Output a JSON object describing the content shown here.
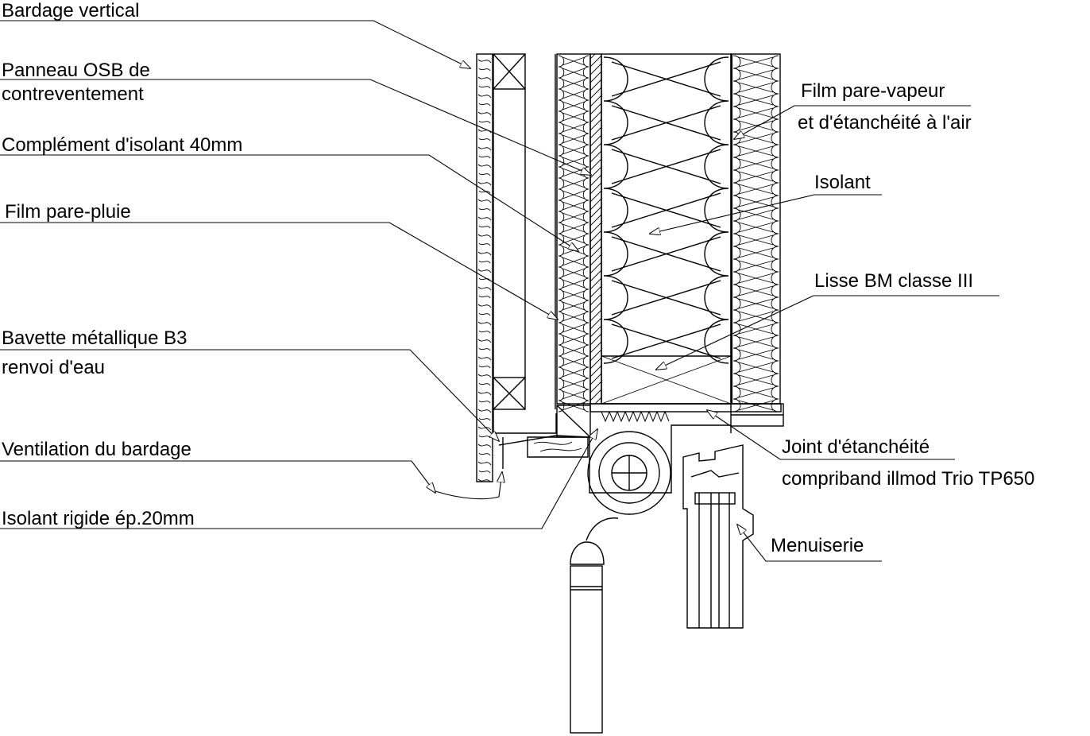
{
  "labels": {
    "bardage": "Bardage vertical",
    "osb_line1": "Panneau OSB de",
    "osb_line2": "contreventement",
    "complement": "Complément d'isolant 40mm",
    "pare_pluie": "Film pare-pluie",
    "bavette_line1": "Bavette métallique B3",
    "bavette_line2": "renvoi d'eau",
    "ventilation": "Ventilation du bardage",
    "isolant_rigide": "Isolant rigide ép.20mm",
    "pare_vapeur_line1": "Film pare-vapeur",
    "pare_vapeur_line2": "et d'étanchéité à l'air",
    "isolant": "Isolant",
    "lisse": "Lisse BM classe III",
    "joint_line1": "Joint d'étanchéité",
    "joint_line2": "compriband illmod Trio TP650",
    "menuiserie": "Menuiserie"
  },
  "colors": {
    "line": "#000000",
    "background": "#ffffff"
  }
}
